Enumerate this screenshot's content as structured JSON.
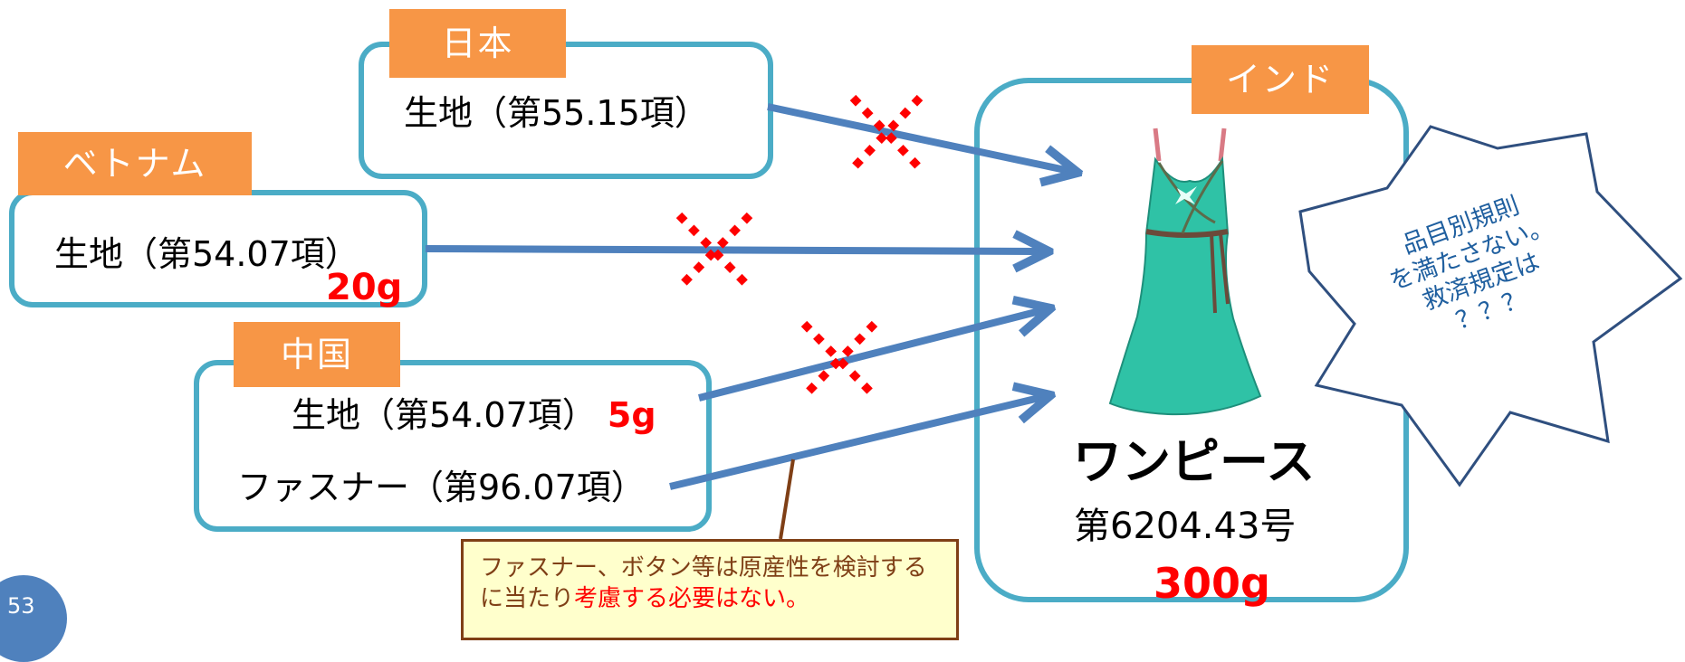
{
  "japan": {
    "tag": "日本",
    "item": "生地（第55.15項）"
  },
  "vietnam": {
    "tag": "ベトナム",
    "item": "生地（第54.07項）",
    "weight": "20g"
  },
  "china": {
    "tag": "中国",
    "item1": "生地（第54.07項）",
    "weight1": "5g",
    "item2": "ファスナー（第96.07項）"
  },
  "india": {
    "tag": "インド",
    "product": "ワンピース",
    "code": "第6204.43号",
    "weight": "300g"
  },
  "star": {
    "line1": "品目別規則",
    "line2": "を満たさない。",
    "line3": "救済規定は",
    "line4": "？？？"
  },
  "note": {
    "text_normal": "ファスナー、ボタン等は原産性を検討するに当たり",
    "text_highlight": "考慮する必要はない。"
  },
  "page_number": "53",
  "colors": {
    "box_border": "#4bacc6",
    "tag_fill": "#f79646",
    "arrow": "#4f81bd",
    "cross": "#ff0000",
    "star_border": "#2f4f7f",
    "note_fill": "#ffffcc",
    "note_border": "#7f3f16",
    "page_circle": "#4f81bd"
  }
}
